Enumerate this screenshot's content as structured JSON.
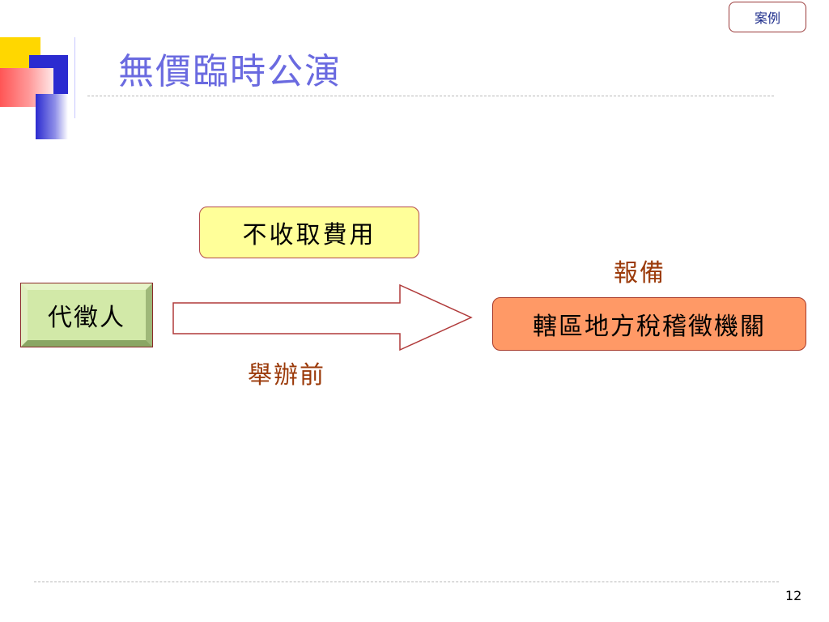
{
  "slide": {
    "tag": "案例",
    "title": "無價臨時公演",
    "page_number": "12"
  },
  "diagram": {
    "fee_note": "不收取費用",
    "agent": "代徵人",
    "before_label": "舉辦前",
    "report_label": "報備",
    "authority": "轄區地方稅稽徵機關"
  },
  "colors": {
    "title": "#6a6ae0",
    "fee_note_fill": "#ffff99",
    "agent_fill": "#d2e9a8",
    "authority_fill": "#ff9966",
    "label_text": "#9b3a0a"
  }
}
